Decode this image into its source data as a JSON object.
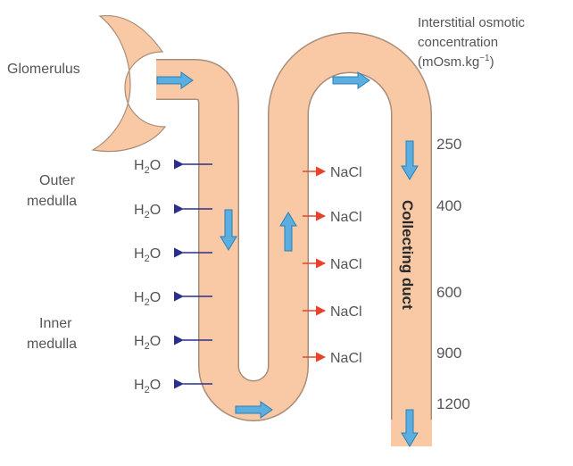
{
  "labels": {
    "glomerulus": "Glomerulus",
    "outer_medulla_1": "Outer",
    "outer_medulla_2": "medulla",
    "inner_medulla_1": "Inner",
    "inner_medulla_2": "medulla",
    "collecting_duct": "Collecting duct",
    "header_line1": "Interstitial osmotic",
    "header_line2": "concentration",
    "header_line3_pre": "(mOsm.kg",
    "header_line3_sup": "−1",
    "header_line3_post": ")"
  },
  "water": {
    "h": "H",
    "sub": "2",
    "o": "O"
  },
  "salt": "NaCl",
  "water_outflows": [
    "H2O",
    "H2O",
    "H2O",
    "H2O",
    "H2O",
    "H2O"
  ],
  "salt_outflows": [
    "NaCl",
    "NaCl",
    "NaCl",
    "NaCl",
    "NaCl"
  ],
  "osmolality_scale": [
    "250",
    "400",
    "600",
    "900",
    "1200"
  ],
  "colors": {
    "tubule_fill": "#f8c9a4",
    "tubule_stroke": "#a88d79",
    "flow_arrow": "#5aaee0",
    "water_arrow": "#2b2f8c",
    "salt_arrow": "#e8432a"
  }
}
